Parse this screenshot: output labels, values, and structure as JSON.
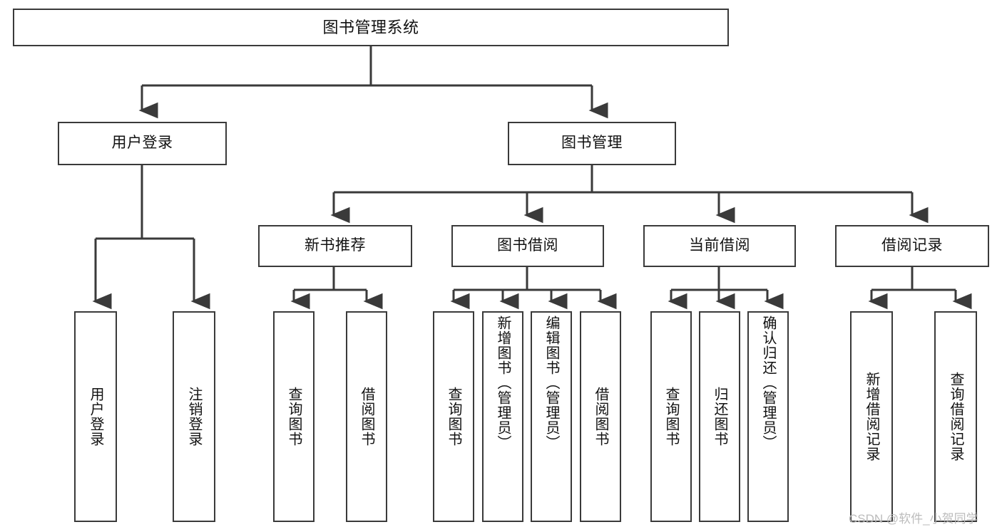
{
  "diagram": {
    "type": "tree-hierarchy-chart",
    "title": "图书管理系统",
    "colors": {
      "stroke": "#3a3a3a",
      "fill": "#ffffff",
      "text": "#111111",
      "watermark": "#b9b9b9"
    },
    "nodes": {
      "root": {
        "label": "图书管理系统"
      },
      "level2": [
        {
          "id": "user-login",
          "label": "用户登录"
        },
        {
          "id": "book-manage",
          "label": "图书管理"
        }
      ],
      "level3": [
        {
          "id": "new-book-recommend",
          "label": "新书推荐"
        },
        {
          "id": "book-borrow",
          "label": "图书借阅"
        },
        {
          "id": "current-borrow",
          "label": "当前借阅"
        },
        {
          "id": "borrow-record",
          "label": "借阅记录"
        }
      ],
      "leaves": {
        "user_login": [
          {
            "id": "leaf-user-login",
            "label": "用户登录"
          },
          {
            "id": "leaf-logout-login",
            "label": "注销登录"
          }
        ],
        "new_book_recommend": [
          {
            "id": "leaf-query-book-1",
            "label": "查询图书"
          },
          {
            "id": "leaf-borrow-book-1",
            "label": "借阅图书"
          }
        ],
        "book_borrow": [
          {
            "id": "leaf-query-book-2",
            "label": "查询图书"
          },
          {
            "id": "leaf-add-book",
            "label": "新增图书（管理员）"
          },
          {
            "id": "leaf-edit-book",
            "label": "编辑图书（管理员）"
          },
          {
            "id": "leaf-borrow-book-2",
            "label": "借阅图书"
          }
        ],
        "current_borrow": [
          {
            "id": "leaf-query-book-3",
            "label": "查询图书"
          },
          {
            "id": "leaf-return-book",
            "label": "归还图书"
          },
          {
            "id": "leaf-confirm-return",
            "label": "确认归还（管理员）"
          }
        ],
        "borrow_record": [
          {
            "id": "leaf-add-record",
            "label": "新增借阅记录"
          },
          {
            "id": "leaf-query-record",
            "label": "查询借阅记录"
          }
        ]
      }
    },
    "watermark": {
      "text": "CSDN @软件_小贺同学"
    }
  }
}
